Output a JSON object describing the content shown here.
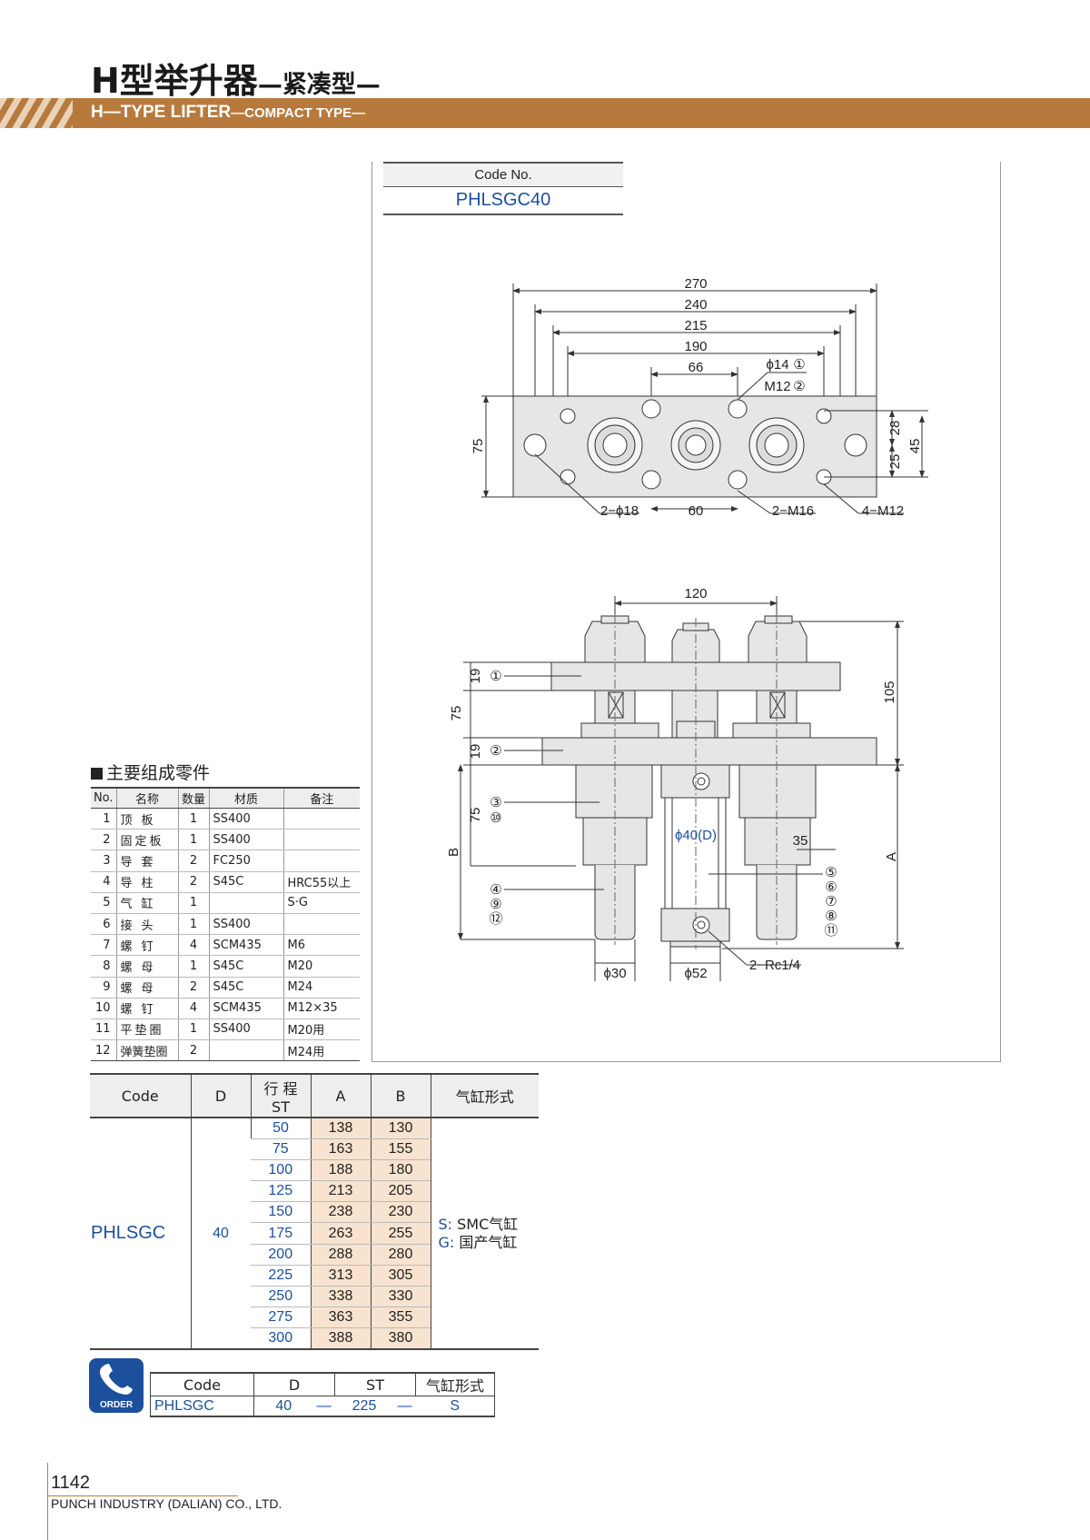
{
  "header": {
    "title_cn": "H型举升器",
    "title_cn_sub": "—紧凑型—",
    "title_en": "H—TYPE LIFTER",
    "title_en_sub": "—COMPACT TYPE—"
  },
  "code_box": {
    "label": "Code No.",
    "value": "PHLSGC40"
  },
  "drawing": {
    "top_dims": [
      "270",
      "240",
      "215",
      "190",
      "66"
    ],
    "hole_callouts": [
      "ϕ14",
      "①",
      "M12",
      "②"
    ],
    "side_dims": [
      "75",
      "28",
      "25",
      "45"
    ],
    "bottom_dims": [
      "2−ϕ18",
      "60",
      "2−M16",
      "4−M12"
    ],
    "front_dims": [
      "120",
      "105",
      "19",
      "75",
      "19",
      "75",
      "B",
      "A",
      "35",
      "ϕ40(D)",
      "ϕ30",
      "ϕ52",
      "2−Rc1/4"
    ],
    "balloons_left": [
      "①",
      "②",
      "③",
      "⑩",
      "④",
      "⑨",
      "⑫"
    ],
    "balloons_right": [
      "⑤",
      "⑥",
      "⑦",
      "⑧",
      "⑪"
    ]
  },
  "parts": {
    "title": "主要组成零件",
    "headers": [
      "No.",
      "名称",
      "数量",
      "材质",
      "备注"
    ],
    "rows": [
      [
        "1",
        "顶板",
        "1",
        "SS400",
        ""
      ],
      [
        "2",
        "固定板",
        "1",
        "SS400",
        ""
      ],
      [
        "3",
        "导套",
        "2",
        "FC250",
        ""
      ],
      [
        "4",
        "导柱",
        "2",
        "S45C",
        "HRC55以上"
      ],
      [
        "5",
        "气缸",
        "1",
        "",
        "S·G"
      ],
      [
        "6",
        "接头",
        "1",
        "SS400",
        ""
      ],
      [
        "7",
        "螺钉",
        "4",
        "SCM435",
        "M6"
      ],
      [
        "8",
        "螺母",
        "1",
        "S45C",
        "M20"
      ],
      [
        "9",
        "螺母",
        "2",
        "S45C",
        "M24"
      ],
      [
        "10",
        "螺钉",
        "4",
        "SCM435",
        "M12×35"
      ],
      [
        "11",
        "平垫圈",
        "1",
        "SS400",
        "M20用"
      ],
      [
        "12",
        "弹簧垫圈",
        "2",
        "",
        "M24用"
      ]
    ]
  },
  "dimensions": {
    "headers": [
      "Code",
      "D",
      "行 程",
      "ST",
      "A",
      "B",
      "气缸形式"
    ],
    "code": "PHLSGC",
    "d": "40",
    "rows": [
      [
        "50",
        "138",
        "130"
      ],
      [
        "75",
        "163",
        "155"
      ],
      [
        "100",
        "188",
        "180"
      ],
      [
        "125",
        "213",
        "205"
      ],
      [
        "150",
        "238",
        "230"
      ],
      [
        "175",
        "263",
        "255"
      ],
      [
        "200",
        "288",
        "280"
      ],
      [
        "225",
        "313",
        "305"
      ],
      [
        "250",
        "338",
        "330"
      ],
      [
        "275",
        "363",
        "355"
      ],
      [
        "300",
        "388",
        "380"
      ]
    ],
    "note_s_key": "S:",
    "note_s": " SMC气缸",
    "note_g_key": "G:",
    "note_g": " 国产气缸"
  },
  "order": {
    "icon_label": "ORDER",
    "headers": [
      "Code",
      "D",
      "ST",
      "气缸形式"
    ],
    "values": [
      "PHLSGC",
      "40",
      "225",
      "S"
    ],
    "dash": "—"
  },
  "footer": {
    "page": "1142",
    "company": "PUNCH INDUSTRY (DALIAN) CO., LTD."
  }
}
